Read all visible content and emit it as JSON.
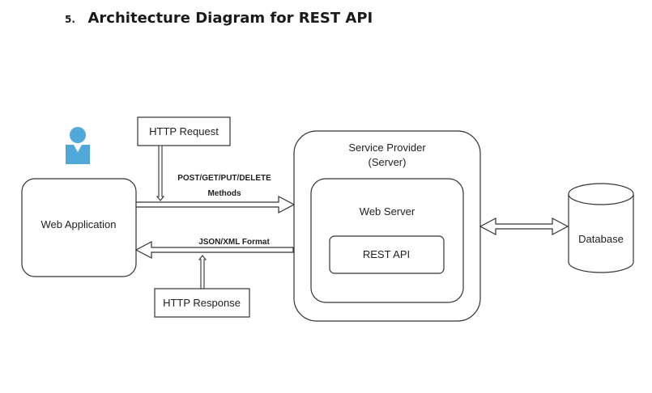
{
  "heading": {
    "number": "5.",
    "title": "Architecture Diagram for REST API"
  },
  "diagram": {
    "web_application": "Web Application",
    "http_request": "HTTP Request",
    "http_response": "HTTP Response",
    "methods_line1": "POST/GET/PUT/DELETE",
    "methods_line2": "Methods",
    "response_format": "JSON/XML Format",
    "service_provider_line1": "Service Provider",
    "service_provider_line2": "(Server)",
    "web_server": "Web Server",
    "rest_api": "REST API",
    "database": "Database"
  },
  "colors": {
    "user_icon": "#4fa8d8",
    "stroke": "#333333"
  }
}
